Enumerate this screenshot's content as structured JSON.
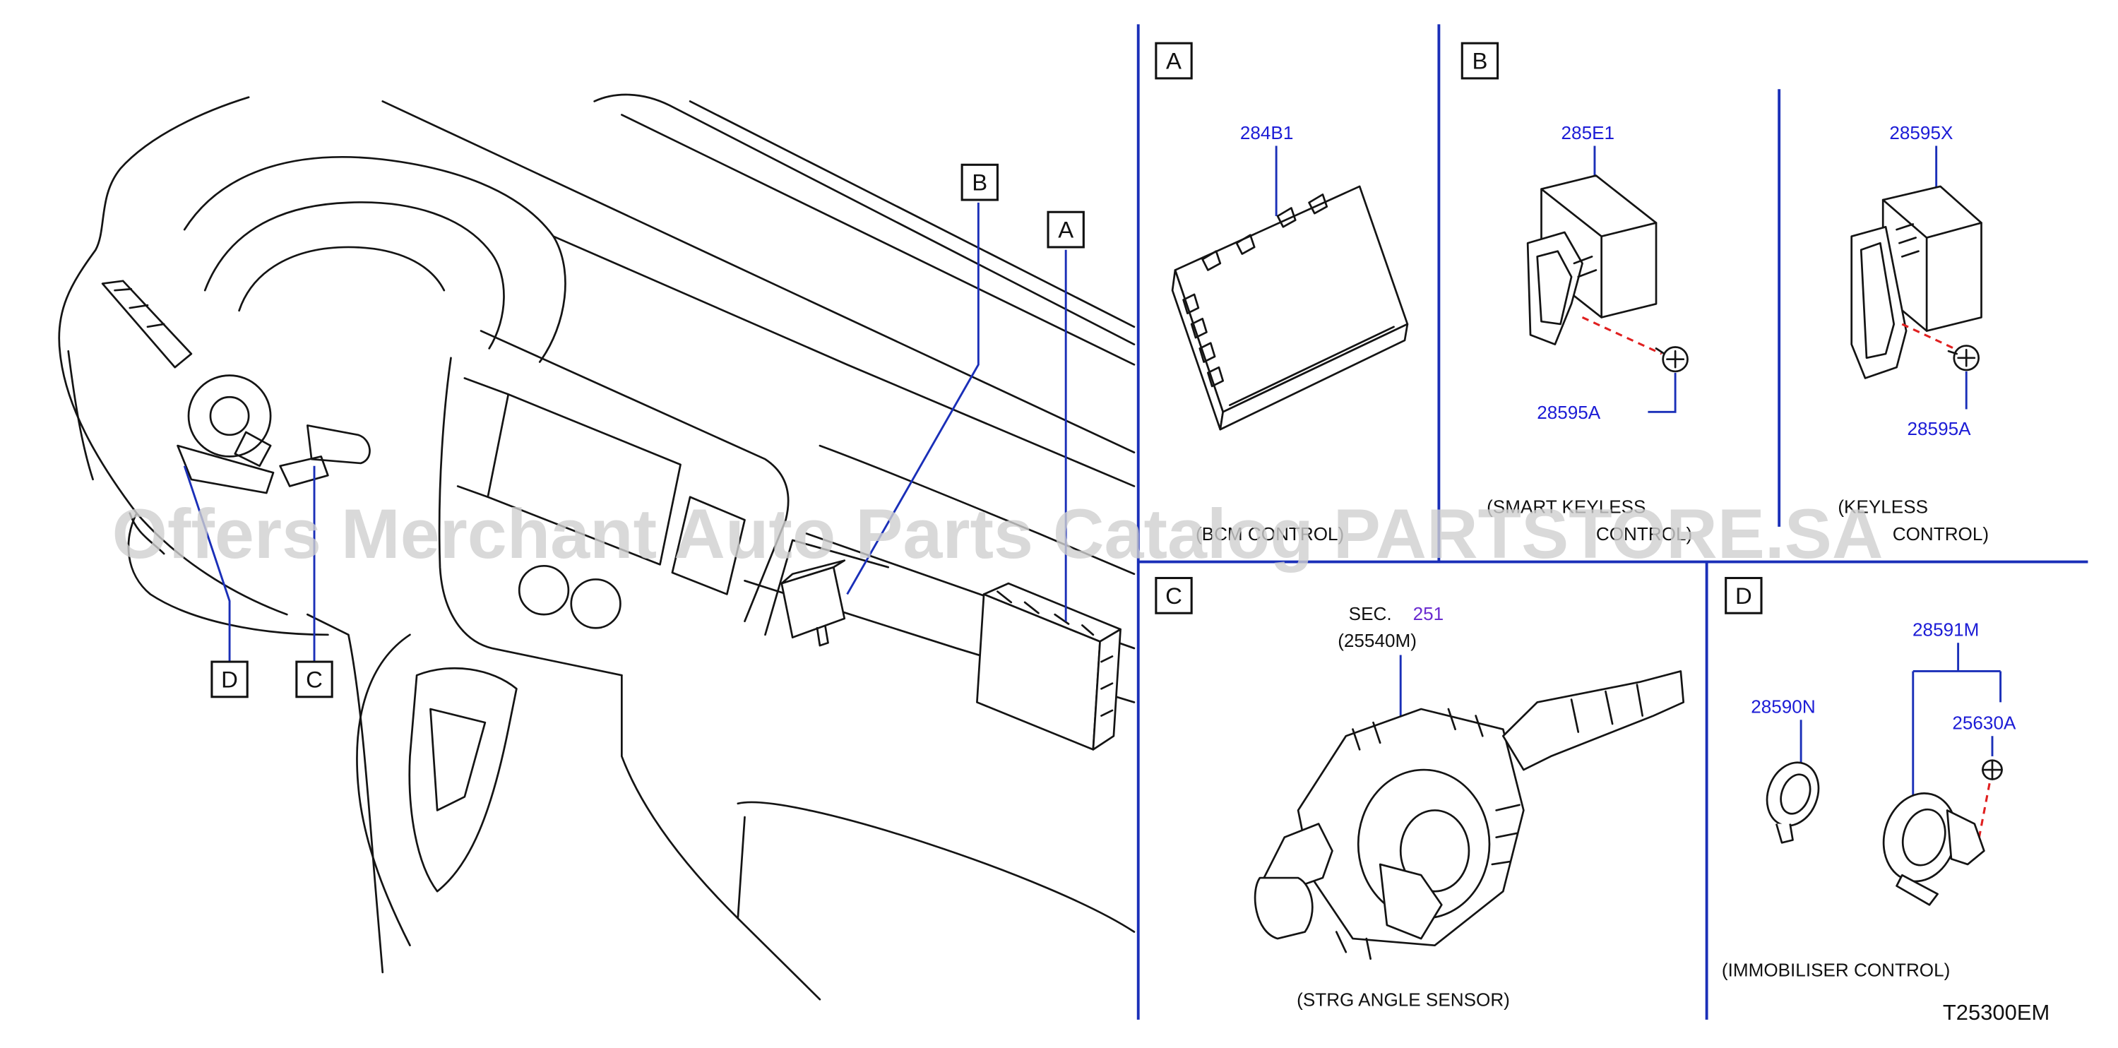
{
  "overview": {
    "callouts": [
      {
        "id": "A",
        "label": "A"
      },
      {
        "id": "B",
        "label": "B"
      },
      {
        "id": "C",
        "label": "C"
      },
      {
        "id": "D",
        "label": "D"
      }
    ]
  },
  "panels": {
    "A": {
      "label": "A",
      "part_number": "284B1",
      "caption": "(BCM CONTROL)"
    },
    "B": {
      "label": "B",
      "left": {
        "part_number": "285E1",
        "screw": "28595A",
        "caption_1": "(SMART KEYLESS",
        "caption_2": "CONTROL)"
      },
      "right": {
        "part_number": "28595X",
        "screw": "28595A",
        "caption_1": "(KEYLESS",
        "caption_2": "CONTROL)"
      }
    },
    "C": {
      "label": "C",
      "sec_prefix": "SEC.",
      "sec_number": "251",
      "part_number": "(25540M)",
      "caption": "(STRG ANGLE SENSOR)"
    },
    "D": {
      "label": "D",
      "part_left": "28590N",
      "part_group": "28591M",
      "part_screw": "25630A",
      "caption": "(IMMOBILISER CONTROL)"
    }
  },
  "diagram_code": "T25300EM",
  "watermark": "Offers Merchant Auto Parts Catalog PARTSTORE.SA",
  "colors": {
    "leader": "#1a2fb8",
    "part_number": "#1c1cd6",
    "screw_axis": "#e02020"
  }
}
